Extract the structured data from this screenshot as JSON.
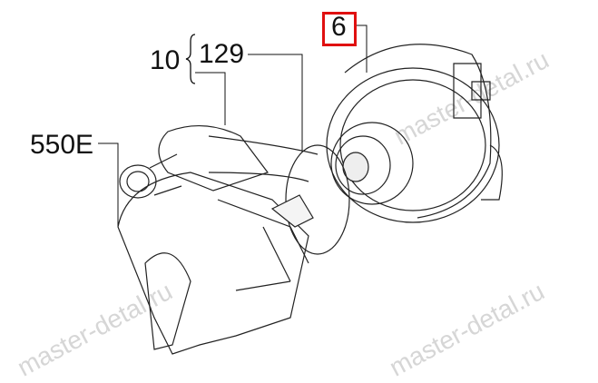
{
  "diagram": {
    "callouts": [
      {
        "id": "6",
        "highlighted": true
      },
      {
        "id": "10"
      },
      {
        "id": "129"
      },
      {
        "id": "550E"
      }
    ],
    "watermark": "master-detal.ru",
    "highlight_color": "#e01010"
  }
}
